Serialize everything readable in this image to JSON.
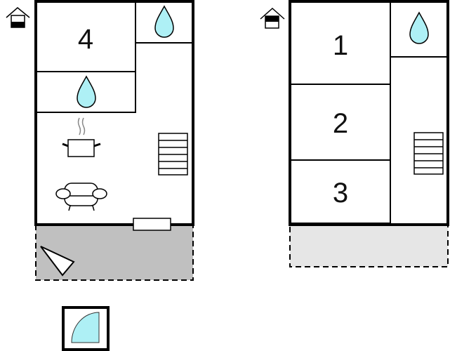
{
  "plans": [
    {
      "name": "ground-floor",
      "rooms": [
        {
          "label": "4"
        }
      ],
      "icons": [
        "house-level-icon",
        "water-drop-icon",
        "water-drop-icon",
        "stove-icon",
        "sofa-icon",
        "stairs-icon",
        "sun-lounger-icon"
      ],
      "terrace_color": "#c0c0c0"
    },
    {
      "name": "upper-floor",
      "rooms": [
        {
          "label": "1"
        },
        {
          "label": "2"
        },
        {
          "label": "3"
        }
      ],
      "icons": [
        "house-level-icon",
        "water-drop-icon",
        "stairs-icon"
      ],
      "terrace_color": "#e6e6e6"
    }
  ],
  "legend": {
    "icon": "pool-icon",
    "color": "#aef0f5"
  }
}
